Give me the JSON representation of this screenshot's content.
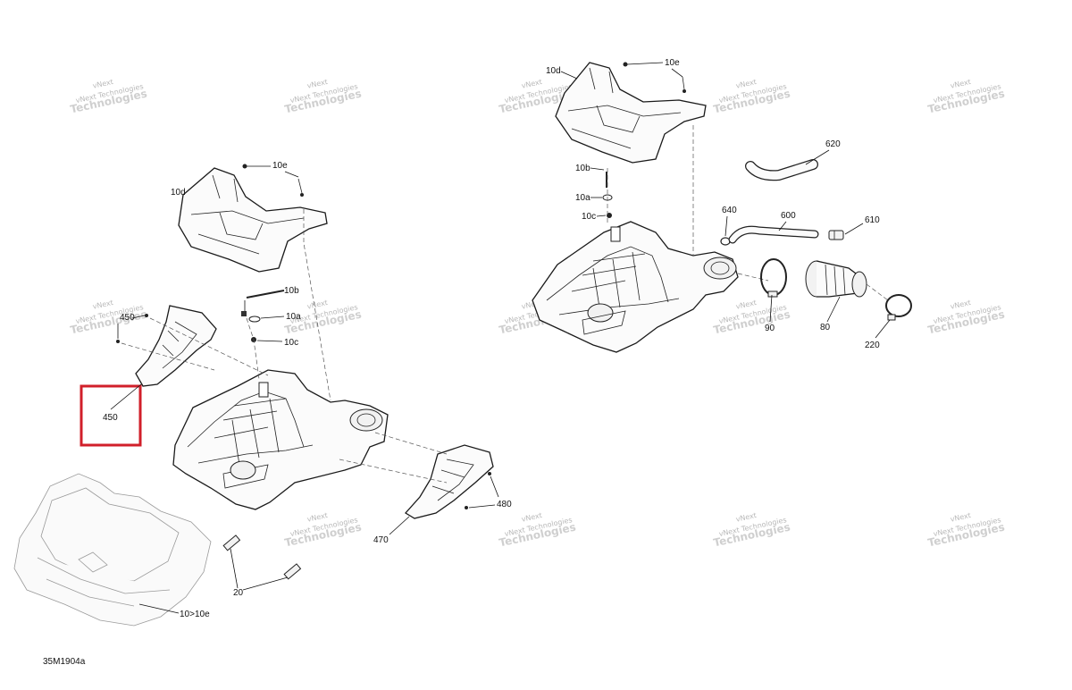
{
  "diagram": {
    "reference_code": "35M1904a",
    "highlighted_part": "450",
    "callouts": {
      "c10d_left": "10d",
      "c10e_left": "10e",
      "c10b_left": "10b",
      "c10a_left": "10a",
      "c10c_left": "10c",
      "c450": "450",
      "c450_box": "450",
      "c470": "470",
      "c480": "480",
      "c20": "20",
      "c10to10e": "10>10e",
      "c10d_right": "10d",
      "c10e_right": "10e",
      "c10b_right": "10b",
      "c10a_right": "10a",
      "c10c_right": "10c",
      "c620": "620",
      "c640": "640",
      "c600": "600",
      "c610": "610",
      "c90": "90",
      "c80": "80",
      "c220": "220"
    },
    "watermark": {
      "line1": "vNext",
      "line2": "Technologies",
      "small": "vNext Technologies"
    },
    "colors": {
      "highlight": "#d11f2a",
      "line": "#1a1a1a",
      "watermark": "#b9b9b9"
    }
  }
}
